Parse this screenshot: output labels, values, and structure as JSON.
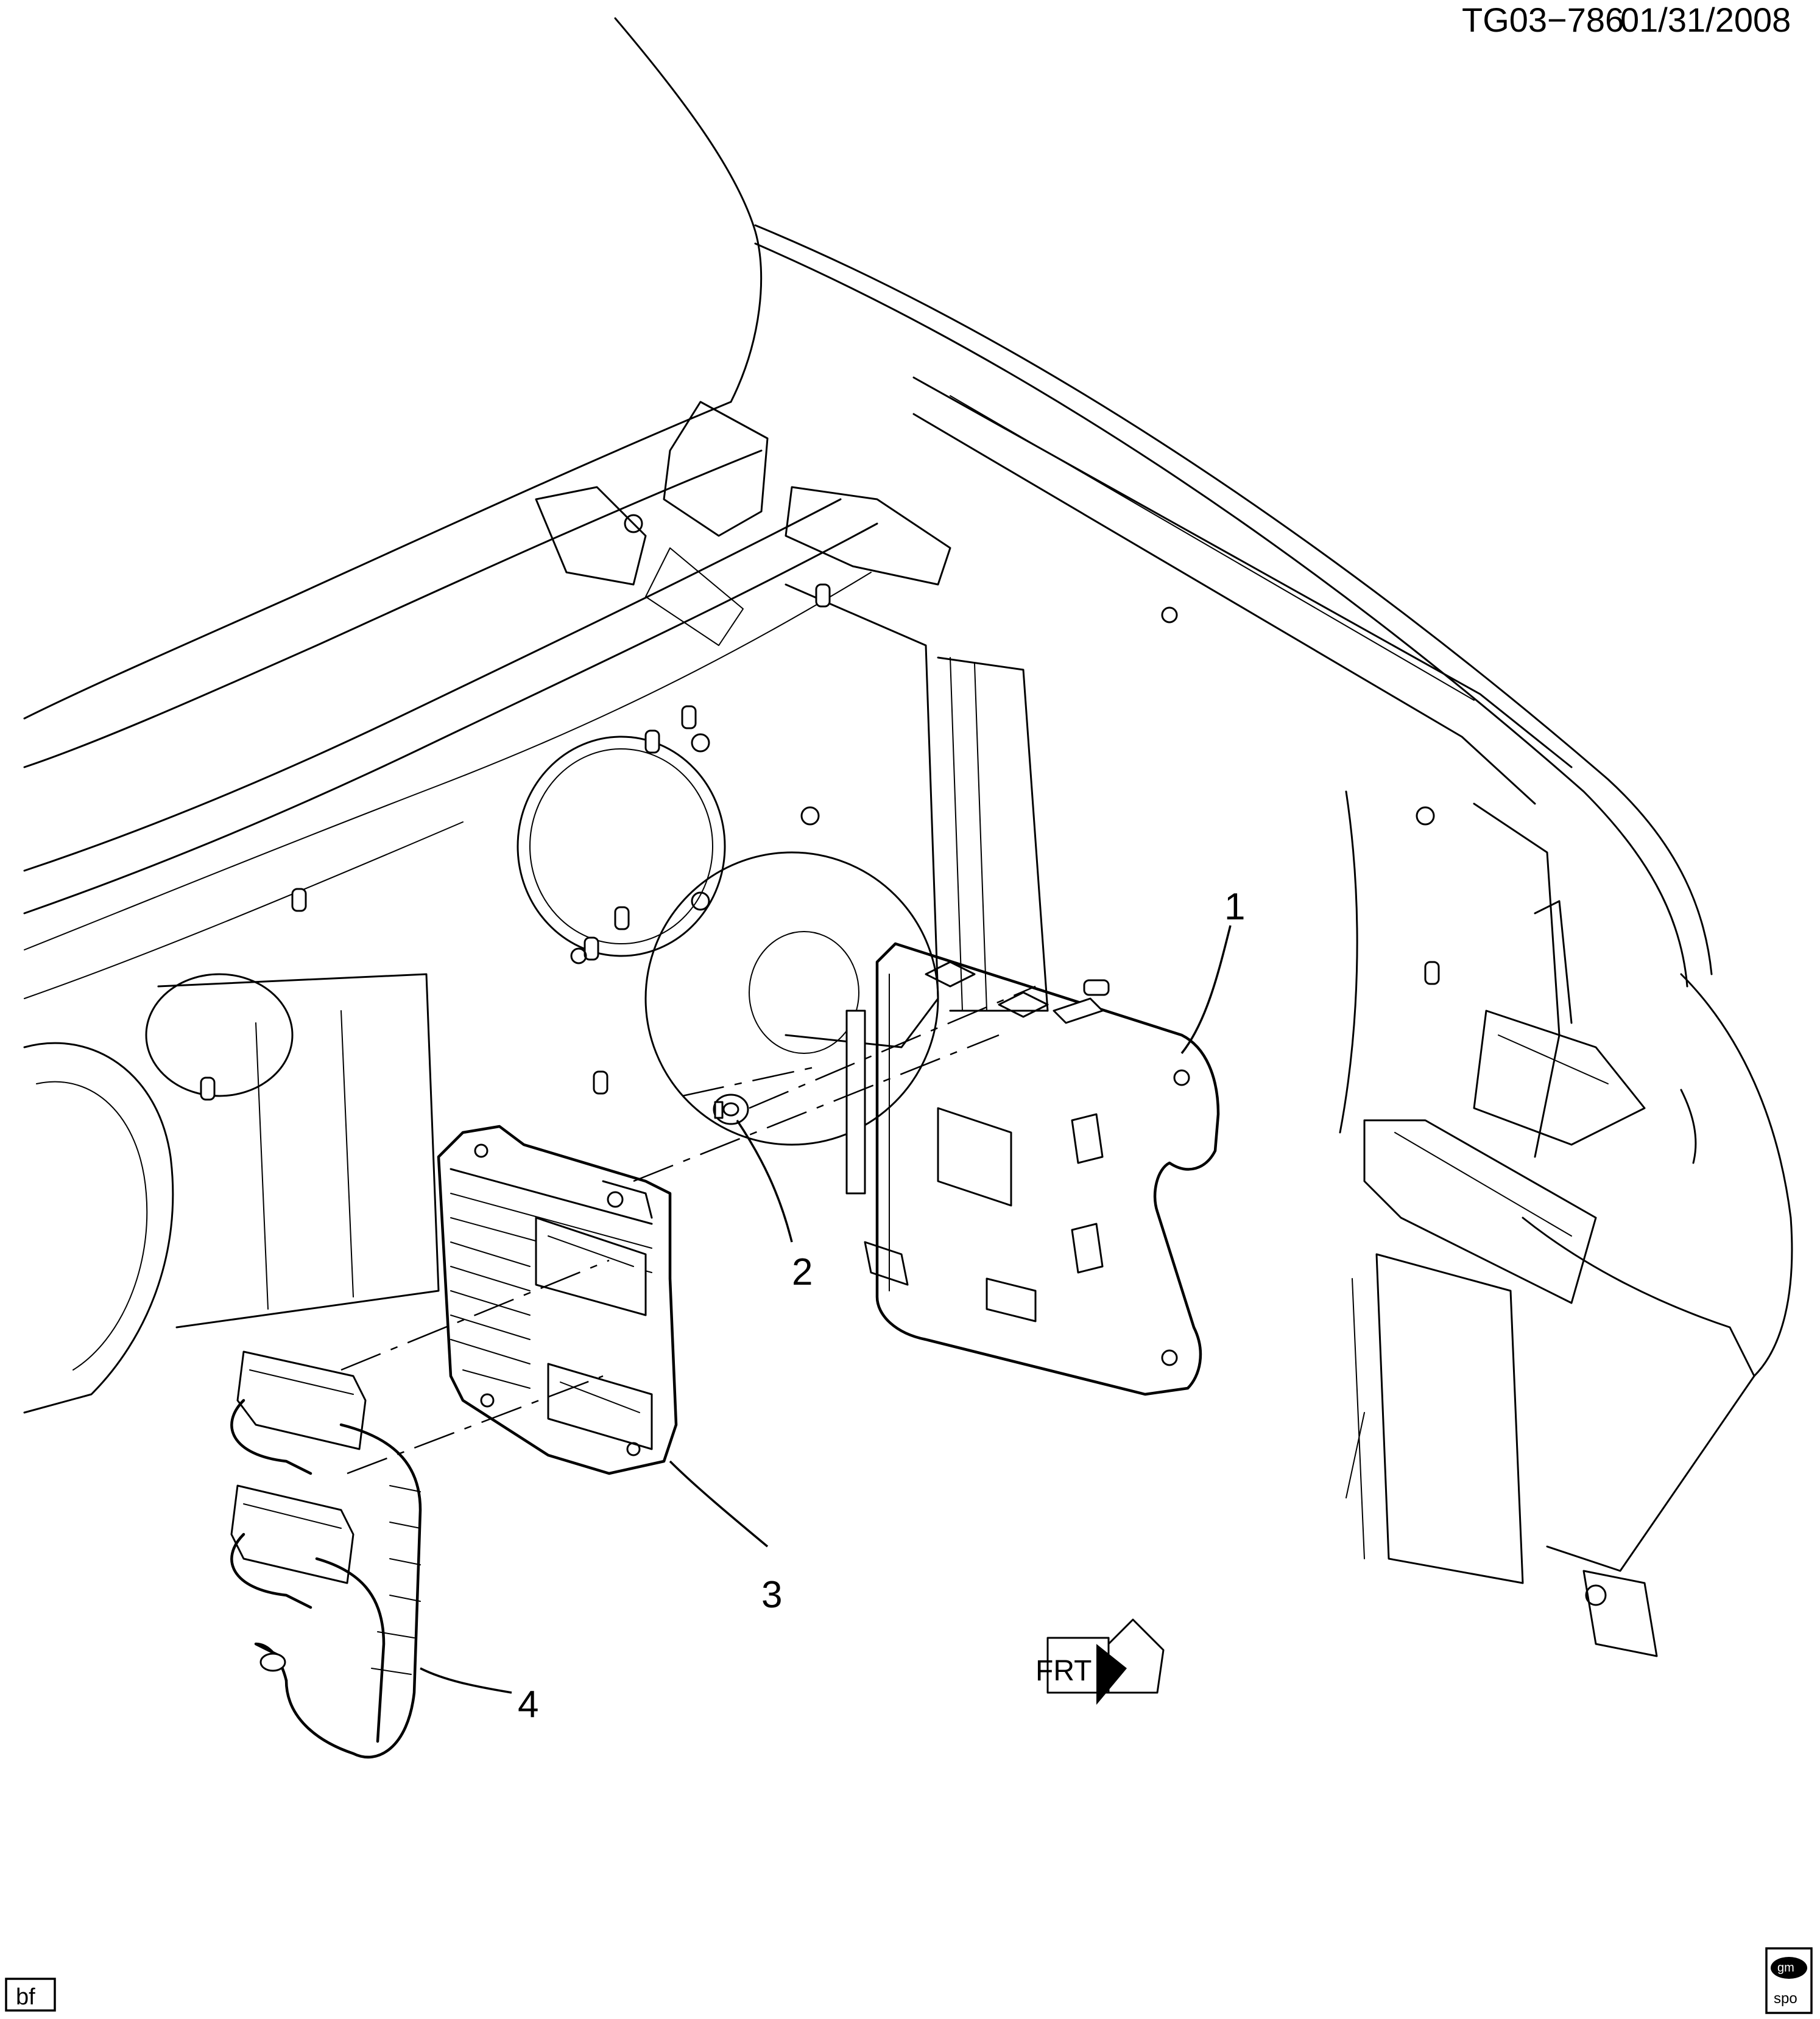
{
  "header": {
    "code": "TG03−786",
    "date": "01/31/2008"
  },
  "callouts": [
    {
      "id": "1",
      "label": "1"
    },
    {
      "id": "2",
      "label": "2"
    },
    {
      "id": "3",
      "label": "3"
    },
    {
      "id": "4",
      "label": "4"
    }
  ],
  "front_arrow": {
    "label": "FRT"
  },
  "footer": {
    "left_tag": "bf",
    "logo_text_top": "gm",
    "logo_text_bottom": "spo"
  }
}
